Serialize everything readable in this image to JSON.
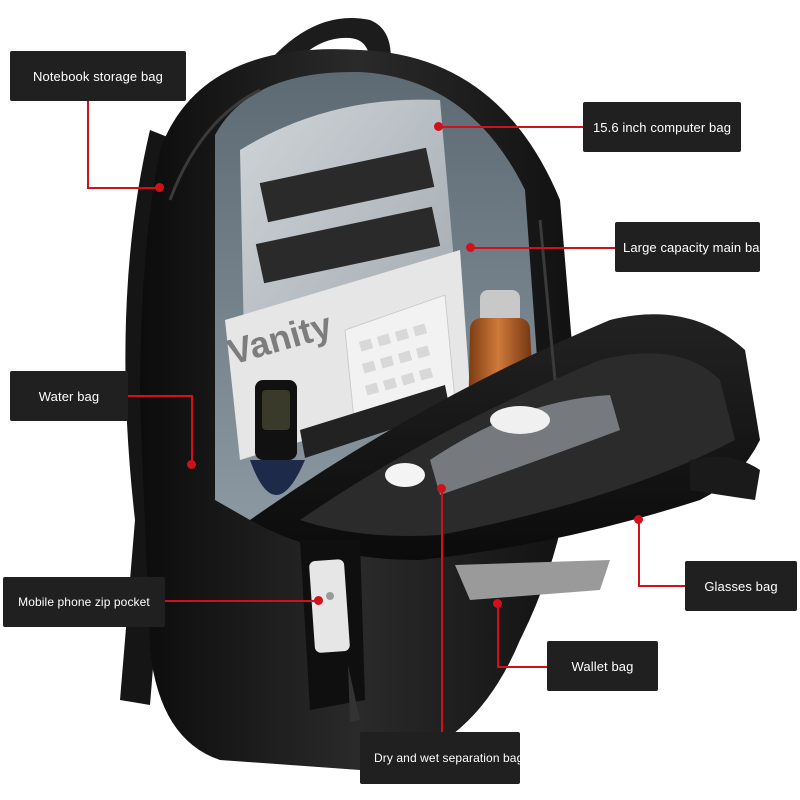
{
  "image": {
    "subject": "black-backpack-open",
    "accent_color": "#d0111b",
    "label_background": "#202020",
    "label_text_color": "#ffffff"
  },
  "callouts": {
    "notebook_storage_bag": "Notebook storage bag",
    "computer_bag": "15.6 inch computer bag",
    "main_bag": "Large capacity main bag",
    "water_bag": "Water bag",
    "glasses_bag": "Glasses bag",
    "mobile_phone_pocket": "Mobile phone zip pocket",
    "wallet_bag": "Wallet bag",
    "dry_wet_bag": "Dry and wet separation bag"
  },
  "product_text": {
    "magazine_title": "Vanity"
  }
}
